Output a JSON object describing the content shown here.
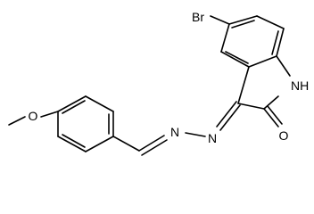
{
  "molecule": {
    "atoms": {
      "bromine": "Br",
      "nitrogen_nh": "NH",
      "oxygen_carbonyl": "O",
      "oxygen_methoxy": "O",
      "nitrogen_imine_1": "N",
      "nitrogen_imine_2": "N"
    }
  },
  "colors": {
    "bond": "#000000",
    "background": "#ffffff"
  }
}
